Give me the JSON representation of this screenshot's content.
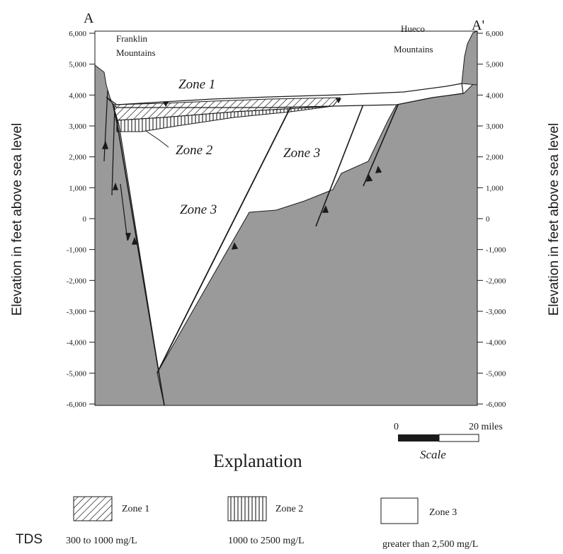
{
  "section": {
    "left_end": "A",
    "right_end": "A'",
    "left_mountain": [
      "Franklin",
      "Mountains"
    ],
    "right_mountain": [
      "Hueco",
      "Mountains"
    ]
  },
  "axis": {
    "label": "Elevation in feet above sea level",
    "ticks": [
      "6,000",
      "5,000",
      "4,000",
      "3,000",
      "2,000",
      "1,000",
      "0",
      "-1,000",
      "-2,000",
      "-3,000",
      "-4,000",
      "-5,000",
      "-6,000"
    ]
  },
  "zones": {
    "zone1": "Zone 1",
    "zone2": "Zone 2",
    "zone3": "Zone 3"
  },
  "scale": {
    "start": "0",
    "end": "20 miles",
    "word": "Scale"
  },
  "legend": {
    "title": "Explanation",
    "tds_label": "TDS",
    "items": [
      {
        "name": "Zone 1",
        "range": "300 to 1000 mg/L",
        "pattern": "diagonal-hatch"
      },
      {
        "name": "Zone 2",
        "range": "1000 to 2500 mg/L",
        "pattern": "vertical-lines"
      },
      {
        "name": "Zone 3",
        "range": "greater than 2,500 mg/L",
        "pattern": "blank"
      }
    ]
  },
  "colors": {
    "bedrock": "#9a9a9a",
    "outline": "#1a1a1a",
    "fill_blank": "#ffffff"
  }
}
